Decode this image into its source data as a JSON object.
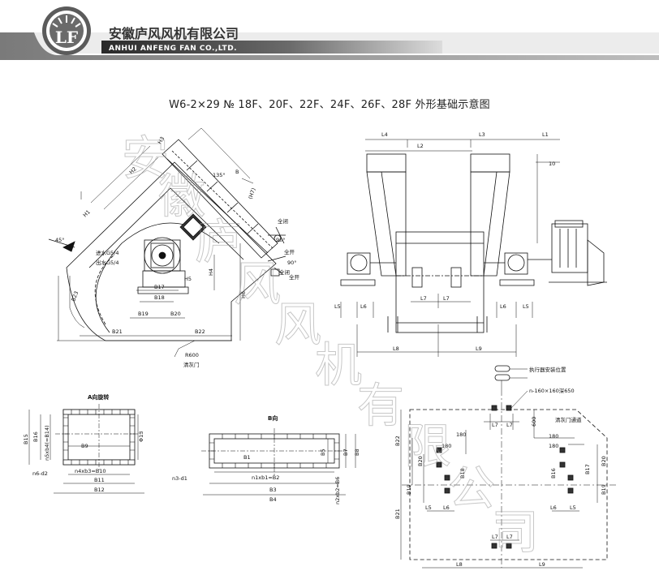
{
  "header": {
    "logo_letters": "LF",
    "company_cn": "安徽庐风风机有限公司",
    "company_en": "ANHUI ANFENG FAN CO.,LTD."
  },
  "title": "W6-2×29 № 18F、20F、22F、24F、26F、28F 外形基础示意图",
  "watermark": [
    "安",
    "徽",
    "庐",
    "风",
    "风",
    "机",
    "有",
    "限",
    "公",
    "司"
  ],
  "side_view": {
    "labels": {
      "h1": "H1",
      "h2": "H2",
      "h3": "H3",
      "h4": "H4",
      "h5": "H5",
      "h6": "H6",
      "h7": "(H7)",
      "b17": "B17",
      "b18": "B18",
      "b19": "B19",
      "b20": "B20",
      "b21": "B21",
      "b22": "B22",
      "b23": "B23",
      "a45": "45°",
      "a135": "135°",
      "a90a": "90°",
      "a90b": "90°",
      "b": "B",
      "water_in": "进水G5/4",
      "water_out": "出水G5/4",
      "closed": "全闭",
      "open": "全开",
      "closed2": "全闭",
      "open2": "全开",
      "r600": "R600",
      "ash_door": "清灰门"
    }
  },
  "front_view": {
    "labels": {
      "l1": "L1",
      "l2": "L2",
      "l3": "L3",
      "l4": "L4",
      "l5a": "L5",
      "l5b": "L5",
      "l6a": "L6",
      "l6b": "L6",
      "l7a": "L7",
      "l7b": "L7",
      "l8": "L8",
      "l9": "L9",
      "ten": "10"
    }
  },
  "view_a": {
    "title": "A向旋转",
    "labels": {
      "b9": "B9",
      "b10": "n4xb3=B10",
      "b11": "B11",
      "b12": "B12",
      "b13": "Φ13",
      "b14": "n5xb4(=B14)",
      "b15": "B15",
      "b16": "B16",
      "d2": "n6-d2"
    }
  },
  "view_b": {
    "title": "B向",
    "labels": {
      "b1": "B1",
      "b2": "n1xb1=B2",
      "b3": "B3",
      "b4": "B4",
      "b5": "B5",
      "b6": "n2xb2=B6",
      "b7": "B7",
      "b8": "B8",
      "d1": "n3-d1"
    }
  },
  "foundation": {
    "labels": {
      "install": "执行器安装位置",
      "holes": "n-160×160深650",
      "ash_pass": "清灰门通道",
      "b16": "B16",
      "b17": "B17",
      "b18": "B18",
      "b19a": "B19",
      "b19b": "B19",
      "b20a": "B20",
      "b20b": "B20",
      "b21": "B21",
      "b22": "B22",
      "d180a": "180",
      "d180b": "180",
      "d600": "600",
      "d180c": "180",
      "d180d": "180",
      "l5a": "L5",
      "l5b": "L5",
      "l6a": "L6",
      "l6b": "L6",
      "l7a": "L7",
      "l7b": "L7",
      "l7c": "L7",
      "l7d": "L7",
      "l8": "L8",
      "l9": "L9"
    }
  }
}
